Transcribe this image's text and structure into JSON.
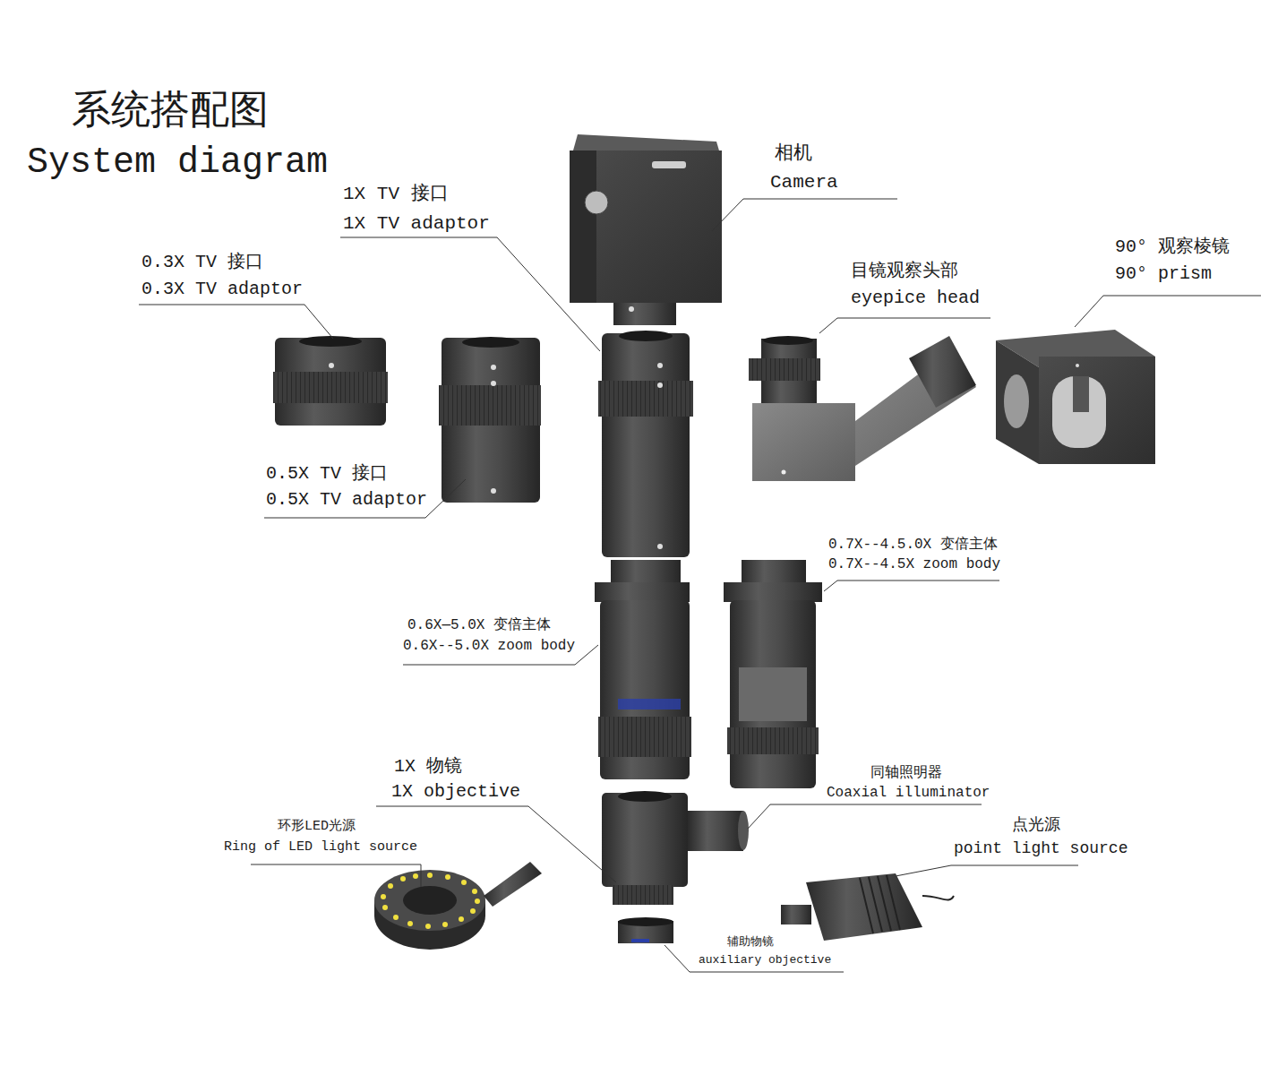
{
  "diagram": {
    "title": "系统搭配图",
    "labels": [
      "System diagram",
      "1X TV 接口",
      "1X TV adaptor",
      "0.3X TV 接口",
      "0.3X TV adaptor",
      "0.5X TV 接口",
      "0.5X TV adaptor",
      "相机",
      "Camera",
      "目镜观察头部",
      "eyepice head",
      "90° 观察棱镜",
      "90° prism",
      "0.7X--4.5.0X 变倍主体",
      "0.7X--4.5X zoom body",
      "0.6X—5.0X 变倍主体",
      "0.6X--5.0X zoom body",
      "1X 物镜",
      "1X objective",
      "同轴照明器",
      "Coaxial illuminator",
      "环形LED光源",
      "Ring of LED light source",
      "点光源",
      "point light source",
      "辅助物镜",
      "auxiliary objective"
    ]
  }
}
